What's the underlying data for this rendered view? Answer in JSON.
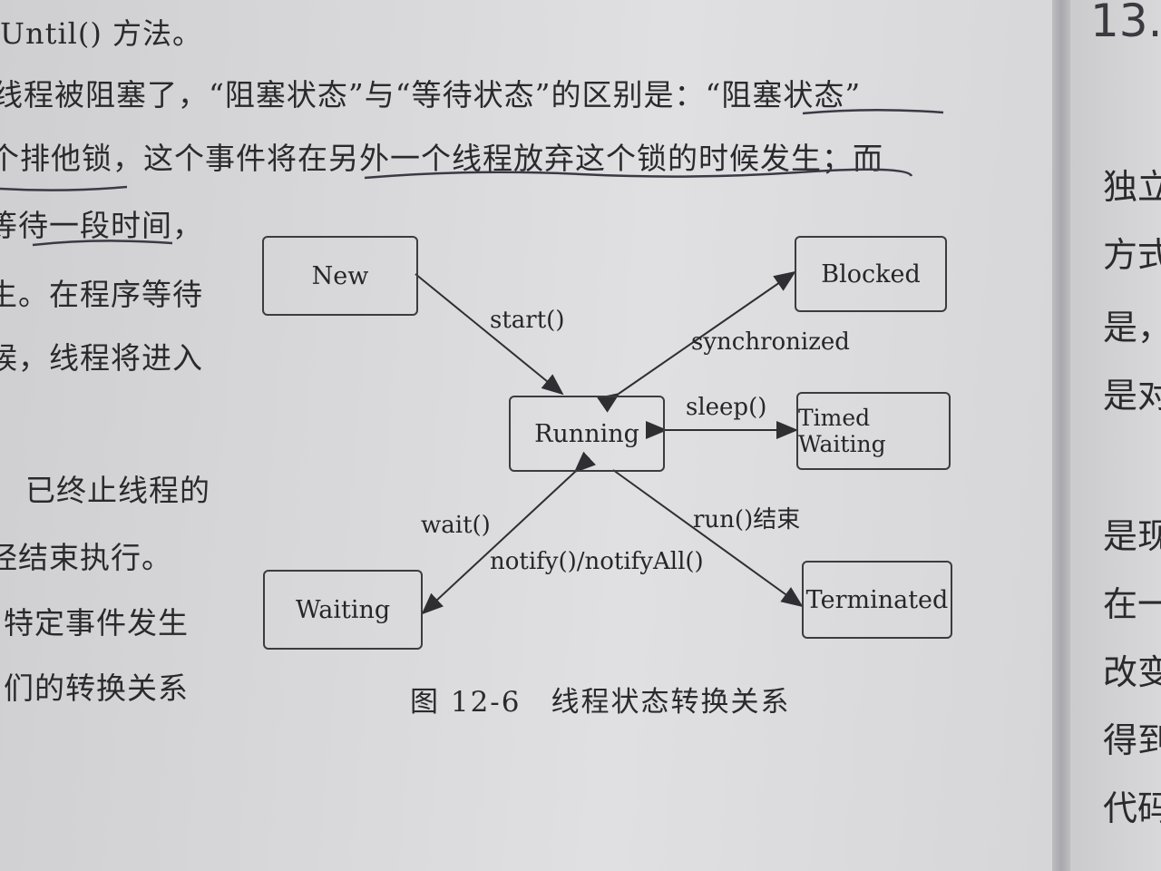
{
  "body_text": {
    "lines": [
      "Until() 方法。",
      "线程被阻塞了，“阻塞状态”与“等待状态”的区别是：“阻塞状态”",
      "个排他锁，这个事件将在另外一个线程放弃这个锁的时候发生；而",
      "等待一段时间，",
      "生。在程序等待",
      "候，线程将进入",
      "已终止线程的",
      "经结束执行。",
      "特定事件发生",
      "们的转换关系"
    ]
  },
  "right_page": {
    "page_number": "13.",
    "chars": [
      "独立",
      "方式",
      "是，",
      "是对",
      "是现",
      "在一",
      "改变",
      "得到",
      "代码"
    ]
  },
  "diagram": {
    "states": {
      "new": "New",
      "blocked": "Blocked",
      "running": "Running",
      "timed_waiting": "Timed Waiting",
      "waiting": "Waiting",
      "terminated": "Terminated"
    },
    "transitions": {
      "start": "start()",
      "synchronized": "synchronized",
      "sleep": "sleep()",
      "wait": "wait()",
      "notify": "notify()/notifyAll()",
      "run_end": "run()结束"
    },
    "caption": "图 12-6　线程状态转换关系"
  }
}
